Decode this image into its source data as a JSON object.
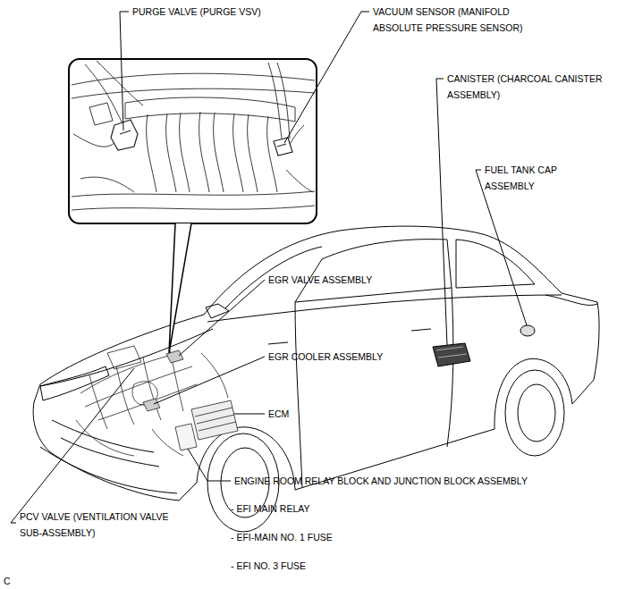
{
  "diagram": {
    "labels": [
      "PURGE VALVE (PURGE VSV)",
      "VACUUM SENSOR (MANIFOLD ABSOLUTE PRESSURE SENSOR)",
      "CANISTER (CHARCOAL CANISTER ASSEMBLY)",
      "FUEL TANK CAP ASSEMBLY",
      "EGR VALVE ASSEMBLY",
      "EGR COOLER ASSEMBLY",
      "ECM",
      "ENGINE ROOM RELAY BLOCK AND JUNCTION BLOCK ASSEMBLY",
      "- EFI MAIN RELAY",
      "- EFI-MAIN NO. 1 FUSE",
      "- EFI NO. 3 FUSE",
      "PCV VALVE (VENTILATION VALVE SUB-ASSEMBLY)",
      "C"
    ]
  }
}
